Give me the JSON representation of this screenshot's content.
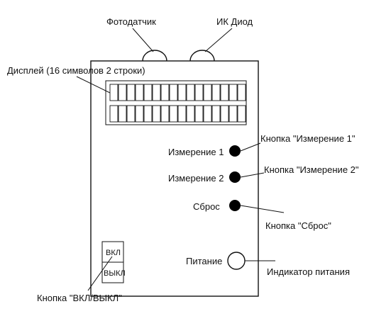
{
  "labels": {
    "photosensor": "Фотодатчик",
    "ir_diode": "ИК Диод",
    "display_caption": "Дисплей (16 символов 2 строки)",
    "measure1": "Измерение 1",
    "measure2": "Измерение 2",
    "reset": "Сброс",
    "power": "Питание",
    "btn_measure1_caption": "Кнопка \"Измерение 1\"",
    "btn_measure2_caption": "Кнопка \"Измерение 2\"",
    "btn_reset_caption": "Кнопка \"Сброс\"",
    "power_indicator_caption": "Индикатор питания",
    "switch_on": "ВКЛ",
    "switch_off": "ВЫКЛ",
    "switch_caption": "Кнопка \"ВКЛ/ВЫКЛ\""
  },
  "display": {
    "columns": 16,
    "rows": 2
  },
  "colors": {
    "stroke": "#111111",
    "button_fill": "#000000",
    "background": "#ffffff"
  }
}
